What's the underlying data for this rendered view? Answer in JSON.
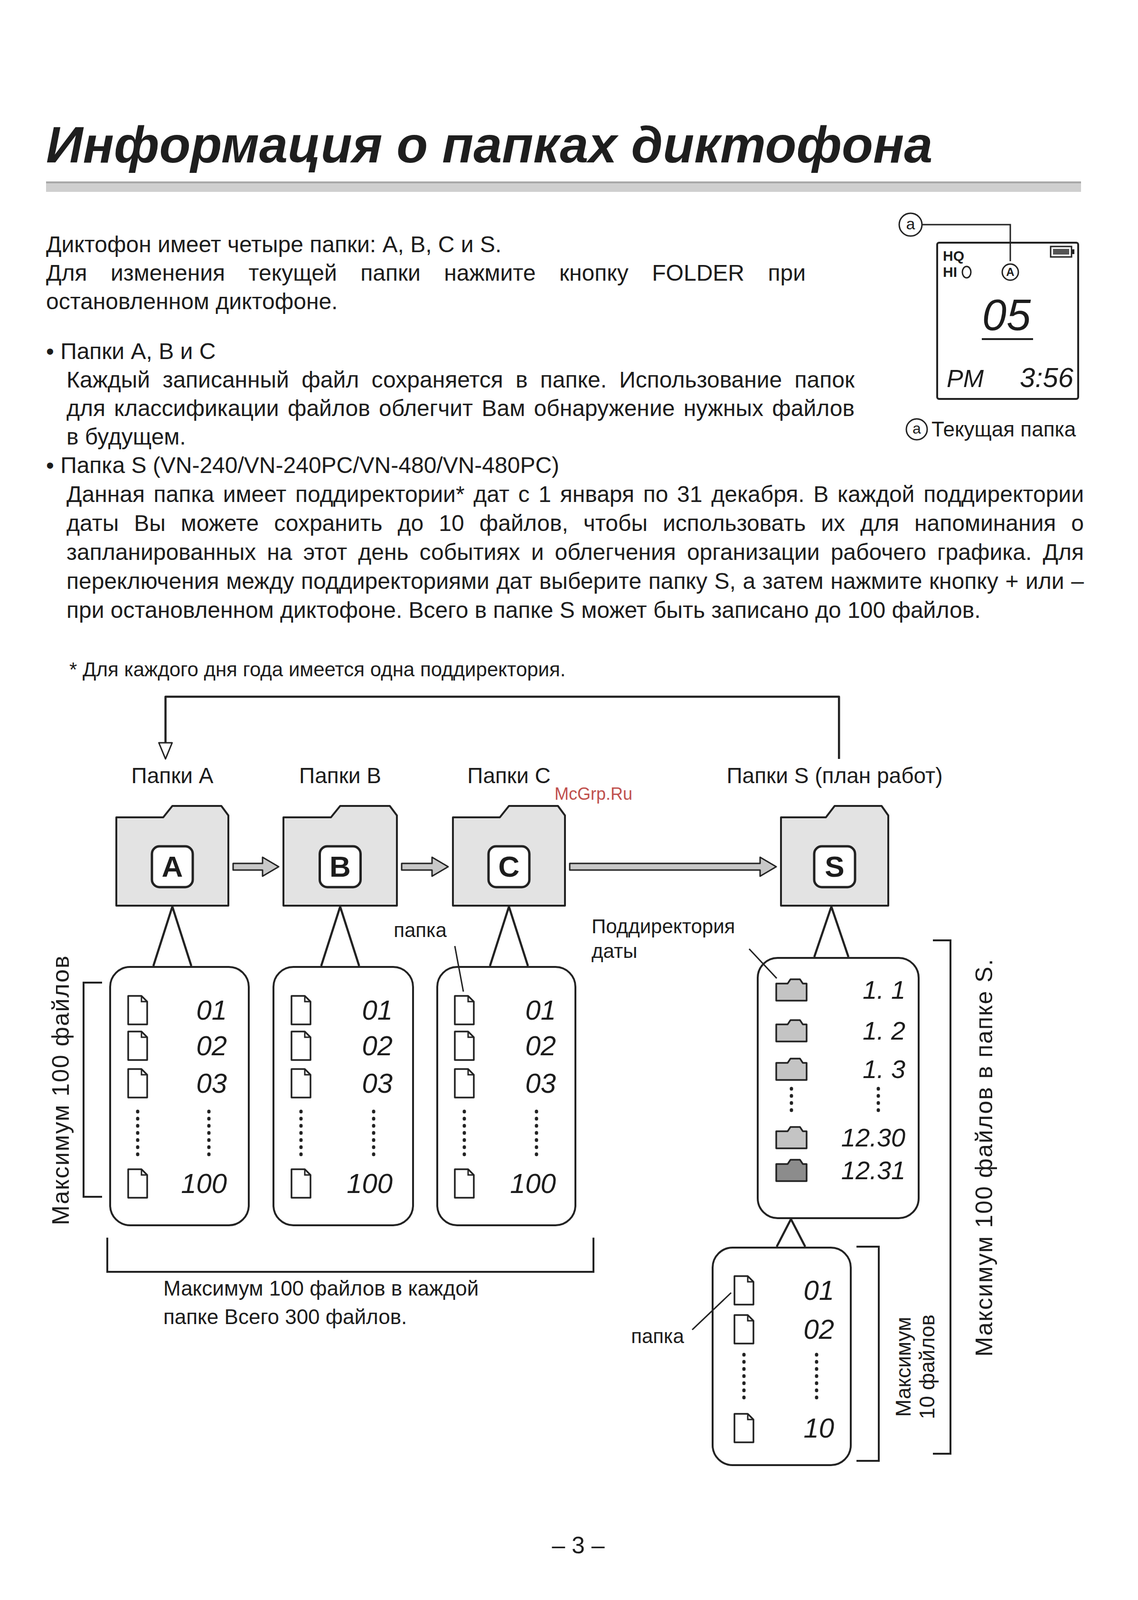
{
  "diagram": {
    "title": "Информация о папках диктофона",
    "nodes": [
      {
        "text": [
          "HQ",
          "HI",
          "A",
          "05",
          "PM",
          "3:56"
        ]
      },
      {
        "text": [
          "Папки A",
          "A"
        ]
      },
      {
        "text": [
          "Папки B",
          "B"
        ]
      },
      {
        "text": [
          "Папки C",
          "C"
        ]
      },
      {
        "text": [
          "Папки S (план работ)",
          "S"
        ]
      },
      {
        "text": [
          "01",
          "02",
          "03",
          "100"
        ]
      },
      {
        "text": [
          "01",
          "02",
          "03",
          "100"
        ]
      },
      {
        "text": [
          "01",
          "02",
          "03",
          "100"
        ]
      },
      {
        "text": [
          "1. 1",
          "1. 2",
          "1. 3",
          "12.30",
          "12.31"
        ]
      },
      {
        "text": [
          "01",
          "02",
          "10"
        ]
      }
    ],
    "edges": [
      {
        "from": 1,
        "to": 2,
        "arrow": "to"
      },
      {
        "from": 2,
        "to": 3,
        "arrow": "to"
      },
      {
        "from": 3,
        "to": 4,
        "arrow": "to"
      },
      {
        "from": 4,
        "to": 1,
        "arrow": "to"
      },
      {
        "from": 1,
        "to": 5,
        "arrow": "none"
      },
      {
        "from": 2,
        "to": 6,
        "arrow": "none"
      },
      {
        "from": 3,
        "to": 7,
        "arrow": "none"
      },
      {
        "from": 4,
        "to": 8,
        "arrow": "none"
      },
      {
        "from": 8,
        "to": 9,
        "arrow": "none"
      }
    ],
    "labels": [
      "Диктофон имеет четыре папки: A, B, C и S.",
      "Для изменения текущей папки нажмите кнопку FOLDER при остановленном диктофоне.",
      "• Папки A, B и C",
      "Каждый записанный файл сохраняется в папке. Использование папок для классификации файлов облегчит Вам обнаружение нужных файлов в будущем.",
      "• Папка S (VN-240/VN-240PC/VN-480/VN-480PC)",
      "Данная папка имеет поддиректории* дат с 1 января по 31 декабря. В каждой поддиректории даты Вы можете сохранить до 10 файлов, чтобы использовать их для напоминания о запланированных на этот день событиях и облегчения организации рабочего графика. Для переключения между поддиректориями дат выберите папку S, а затем нажмите кнопку + или – при остановленном диктофоне. Всего в папке S может быть записано до 100 файлов.",
      "* Для каждого дня года имеется одна поддиректория.",
      "a",
      "a",
      "Текущая папка",
      "McGrp.Ru",
      "папка",
      "Поддиректория даты",
      "Максимум 100 файлов",
      "Максимум 100 файлов в каждой папке Всего 300 файлов.",
      "папка",
      "Максимум 10 файлов",
      "Максимум 100 файлов в папке S.",
      "– 3 –"
    ]
  }
}
